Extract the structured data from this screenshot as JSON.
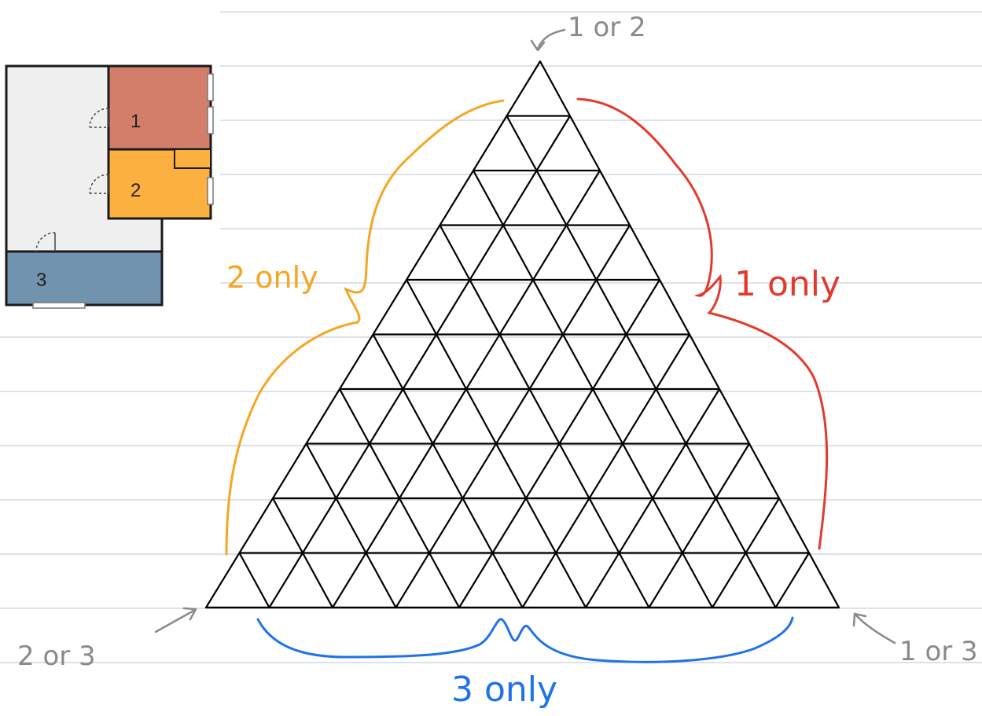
{
  "floor_plan": {
    "rooms": [
      {
        "label": "1",
        "color": "#d27e6b"
      },
      {
        "label": "2",
        "color": "#fcb040"
      },
      {
        "label": "3",
        "color": "#7193ad"
      }
    ],
    "corridor_color": "#efefef",
    "wall_color": "#1a1a1a"
  },
  "triangle": {
    "subdivisions": 10,
    "line_color": "#000000"
  },
  "annotations": {
    "top_corner": "1 or 2",
    "left_corner": "2 or 3",
    "right_corner": "1 or 3",
    "left_side": "2 only",
    "right_side": "1 only",
    "bottom_side": "3 only"
  },
  "colors": {
    "paper_rule": "#b9c6d3",
    "corner_note": "#8a8a8a",
    "left_side": "#f5a623",
    "right_side": "#e23b2e",
    "bottom_side": "#1f73e8"
  }
}
